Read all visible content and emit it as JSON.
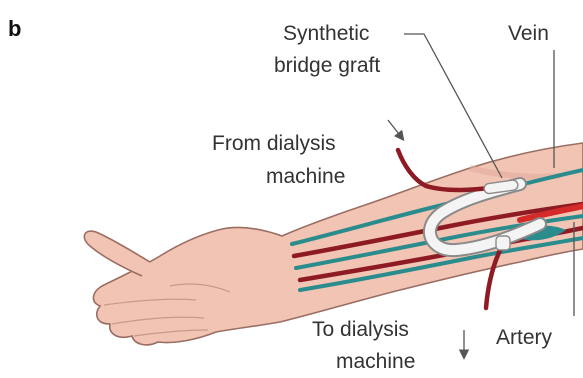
{
  "figure": {
    "panel_letter": "b",
    "labels": {
      "graft_line1": "Synthetic",
      "graft_line2": "bridge graft",
      "vein": "Vein",
      "from_line1": "From dialysis",
      "from_line2": "machine",
      "to_line1": "To dialysis",
      "to_line2": "machine",
      "artery": "Artery"
    },
    "colors": {
      "skin": "#f2c4b4",
      "skin_outline": "#9a6e62",
      "artery": "#8e1b24",
      "vein": "#2a8c8c",
      "graft": "#f4f4f4",
      "graft_outline": "#8a8a8a",
      "leader": "#555555"
    }
  }
}
